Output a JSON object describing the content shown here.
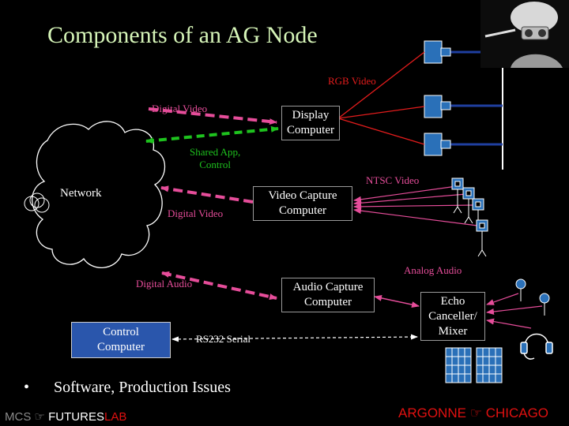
{
  "title": "Components of an AG Node",
  "labels": {
    "rgb_video": "RGB Video",
    "digital_video_top": "Digital Video",
    "shared_app_line1": "Shared App,",
    "shared_app_line2": "Control",
    "network": "Network",
    "ntsc_video": "NTSC Video",
    "digital_video_mid": "Digital Video",
    "analog_audio": "Analog Audio",
    "digital_audio": "Digital Audio",
    "rs232": "RS232 Serial"
  },
  "boxes": {
    "display_computer_line1": "Display",
    "display_computer_line2": "Computer",
    "video_capture_line1": "Video Capture",
    "video_capture_line2": "Computer",
    "audio_capture_line1": "Audio Capture",
    "audio_capture_line2": "Computer",
    "control_computer_line1": "Control",
    "control_computer_line2": "Computer",
    "echo_line1": "Echo",
    "echo_line2": "Canceller/",
    "echo_line3": "Mixer"
  },
  "bullet": {
    "marker": "•",
    "text": "Software, Production Issues"
  },
  "footer": {
    "left_prefix": "MCS",
    "left_glyph": "☞",
    "left_futures": "FUTURES",
    "left_lab": "LAB",
    "right_argonne": "ARGONNE",
    "right_glyph": "☞",
    "right_chicago": "CHICAGO"
  },
  "colors": {
    "background": "#000000",
    "title": "#d6f5b8",
    "rgb_red": "#e31c1c",
    "pink": "#e64d9a",
    "green": "#1ec21e",
    "footer_red": "#e01010"
  }
}
